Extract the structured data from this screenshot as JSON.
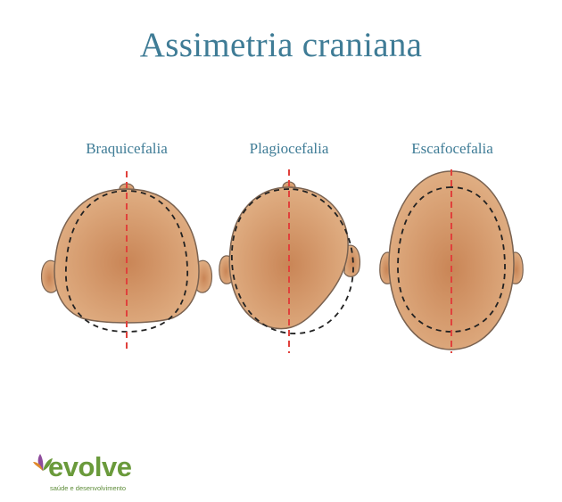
{
  "title": "Assimetria craniana",
  "shapes": [
    {
      "label": "Braquicefalia"
    },
    {
      "label": "Plagiocefalia"
    },
    {
      "label": "Escafocefalia"
    }
  ],
  "colors": {
    "title": "#3f7c96",
    "skin": "#dba77a",
    "skin_center": "#c98556",
    "midline": "#e0413c",
    "outline_dashed": "#222222",
    "brand_green": "#6a9a3b"
  },
  "logo": {
    "wordmark": "evolve",
    "tagline": "saúde e desenvolvimento"
  }
}
